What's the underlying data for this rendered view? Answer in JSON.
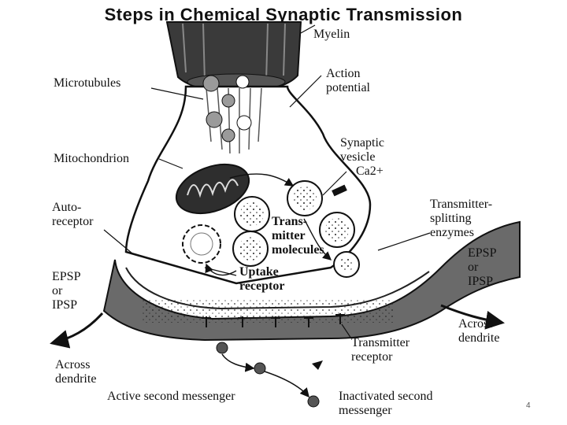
{
  "slide": {
    "title": "Steps in Chemical Synaptic Transmission",
    "page_number": "4"
  },
  "labels": {
    "myelin": "Myelin",
    "action_potential_1": "Action",
    "action_potential_2": "potential",
    "microtubules": "Microtubules",
    "mitochondrion": "Mitochondrion",
    "synaptic_vesicle_1": "Synaptic",
    "synaptic_vesicle_2": "vesicle",
    "calcium": "Ca2+",
    "autoreceptor_1": "Auto-",
    "autoreceptor_2": "receptor",
    "transmitter_molecules_1": "Trans-",
    "transmitter_molecules_2": "mitter",
    "transmitter_molecules_3": "molecules",
    "splitting_enzymes_1": "Transmitter-",
    "splitting_enzymes_2": "splitting",
    "splitting_enzymes_3": "enzymes",
    "uptake_receptor_1": "Uptake",
    "uptake_receptor_2": "receptor",
    "epsp_left_1": "EPSP",
    "epsp_left_2": "or",
    "epsp_left_3": "IPSP",
    "epsp_right_1": "EPSP",
    "epsp_right_2": "or",
    "epsp_right_3": "IPSP",
    "across_dendrite_right_1": "Across",
    "across_dendrite_right_2": "dendrite",
    "across_dendrite_left_1": "Across",
    "across_dendrite_left_2": "dendrite",
    "transmitter_receptor_1": "Transmitter",
    "transmitter_receptor_2": "receptor",
    "active_second_messenger": "Active second messenger",
    "inactivated_second_messenger_1": "Inactivated second",
    "inactivated_second_messenger_2": "messenger"
  }
}
